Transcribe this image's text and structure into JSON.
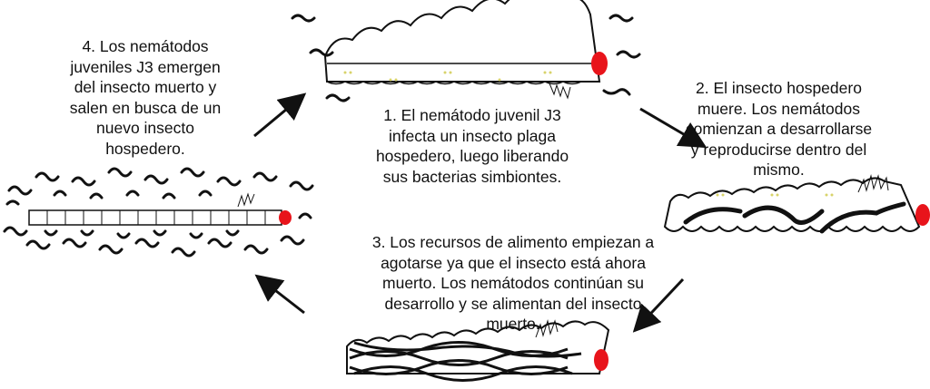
{
  "steps": [
    {
      "lines": [
        "1. El nemátodo juvenil J3",
        "infecta un insecto plaga",
        "hospedero, luego liberando",
        "sus bacterias simbiontes."
      ]
    },
    {
      "lines": [
        "2. El insecto hospedero",
        "muere. Los nemátodos",
        "comienzan a desarrollarse",
        "y reproducirse dentro del",
        "mismo."
      ]
    },
    {
      "lines": [
        "3. Los recursos de alimento empiezan a",
        "agotarse ya que el insecto está ahora",
        "muerto. Los nemátodos continúan su",
        "desarrollo y se alimentan del insecto",
        "muerto."
      ]
    },
    {
      "lines": [
        "4. Los nemátodos",
        "juveniles J3 emergen",
        "del insecto muerto y",
        "salen en busca de un",
        "nuevo insecto",
        "hospedero."
      ]
    }
  ],
  "colors": {
    "head": "#e8141b",
    "dots": "#d8d36a",
    "ink": "#111111"
  }
}
